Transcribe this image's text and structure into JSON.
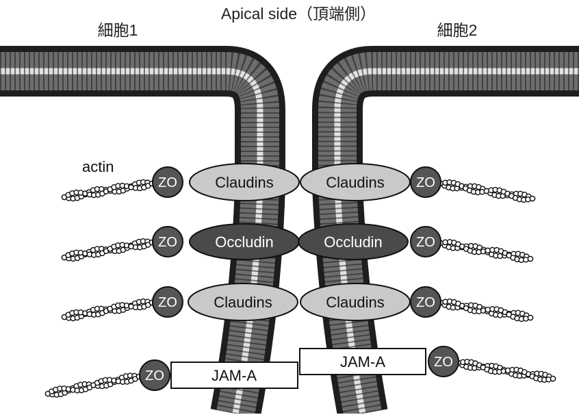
{
  "diagram": {
    "header": {
      "apical": "Apical side（頂端側）",
      "cell1": "細胞1",
      "cell2": "細胞2"
    },
    "actin_label": "actin",
    "zo_label": "ZO",
    "rows": [
      {
        "left": "Claudins",
        "right": "Claudins",
        "shade": "light"
      },
      {
        "left": "Occludin",
        "right": "Occludin",
        "shade": "dark"
      },
      {
        "left": "Claudins",
        "right": "Claudins",
        "shade": "light"
      }
    ],
    "jam": {
      "left": "JAM-A",
      "right": "JAM-A"
    }
  }
}
